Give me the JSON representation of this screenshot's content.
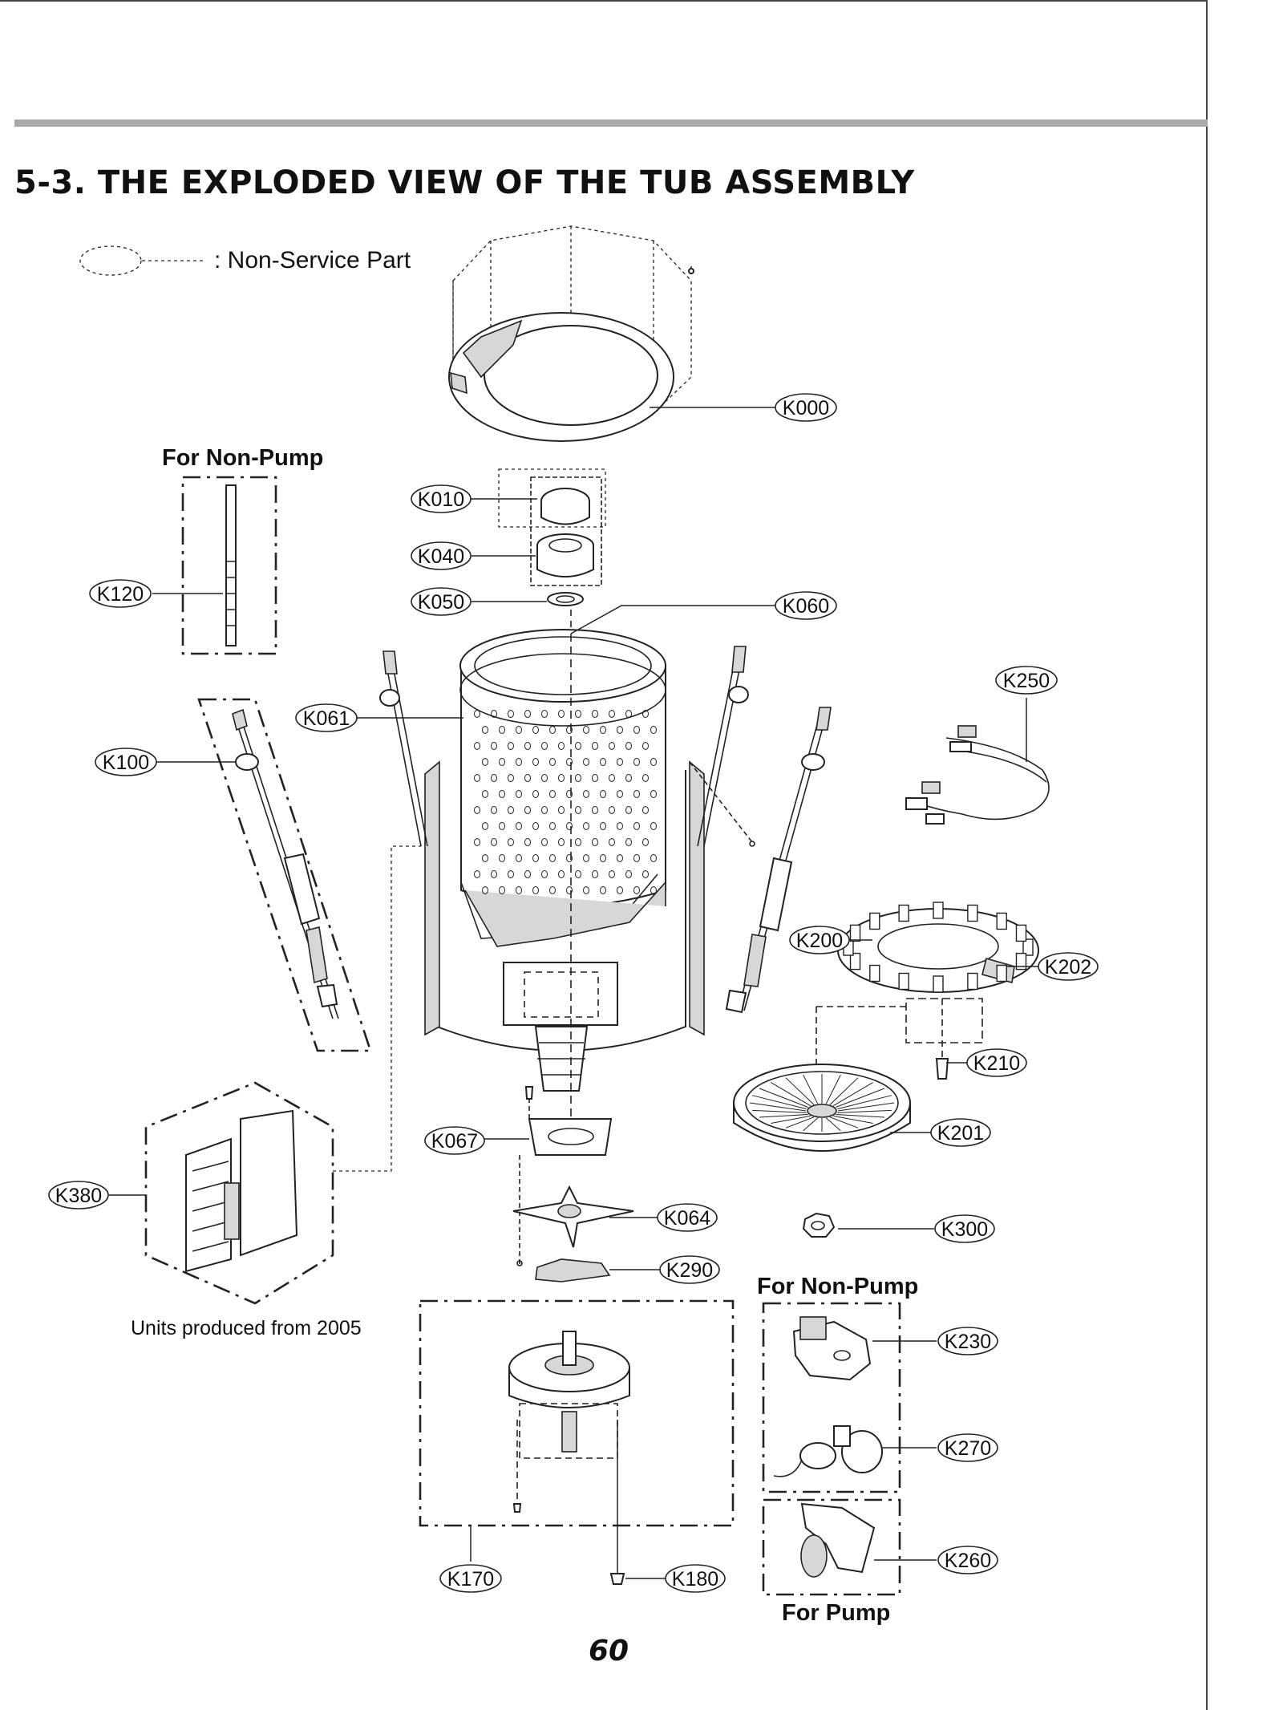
{
  "title": "5-3. THE EXPLODED VIEW OF THE TUB ASSEMBLY",
  "legend": {
    "text": ": Non-Service Part"
  },
  "headings": {
    "non_pump_left": "For Non-Pump",
    "non_pump_right": "For Non-Pump",
    "pump": "For Pump"
  },
  "note_units": "Units produced from 2005",
  "page_number": "60",
  "labels": {
    "K000": "K000",
    "K010": "K010",
    "K040": "K040",
    "K050": "K050",
    "K060": "K060",
    "K061": "K061",
    "K064": "K064",
    "K067": "K067",
    "K100": "K100",
    "K120": "K120",
    "K170": "K170",
    "K180": "K180",
    "K200": "K200",
    "K201": "K201",
    "K202": "K202",
    "K210": "K210",
    "K230": "K230",
    "K250": "K250",
    "K260": "K260",
    "K270": "K270",
    "K290": "K290",
    "K300": "K300",
    "K380": "K380"
  }
}
